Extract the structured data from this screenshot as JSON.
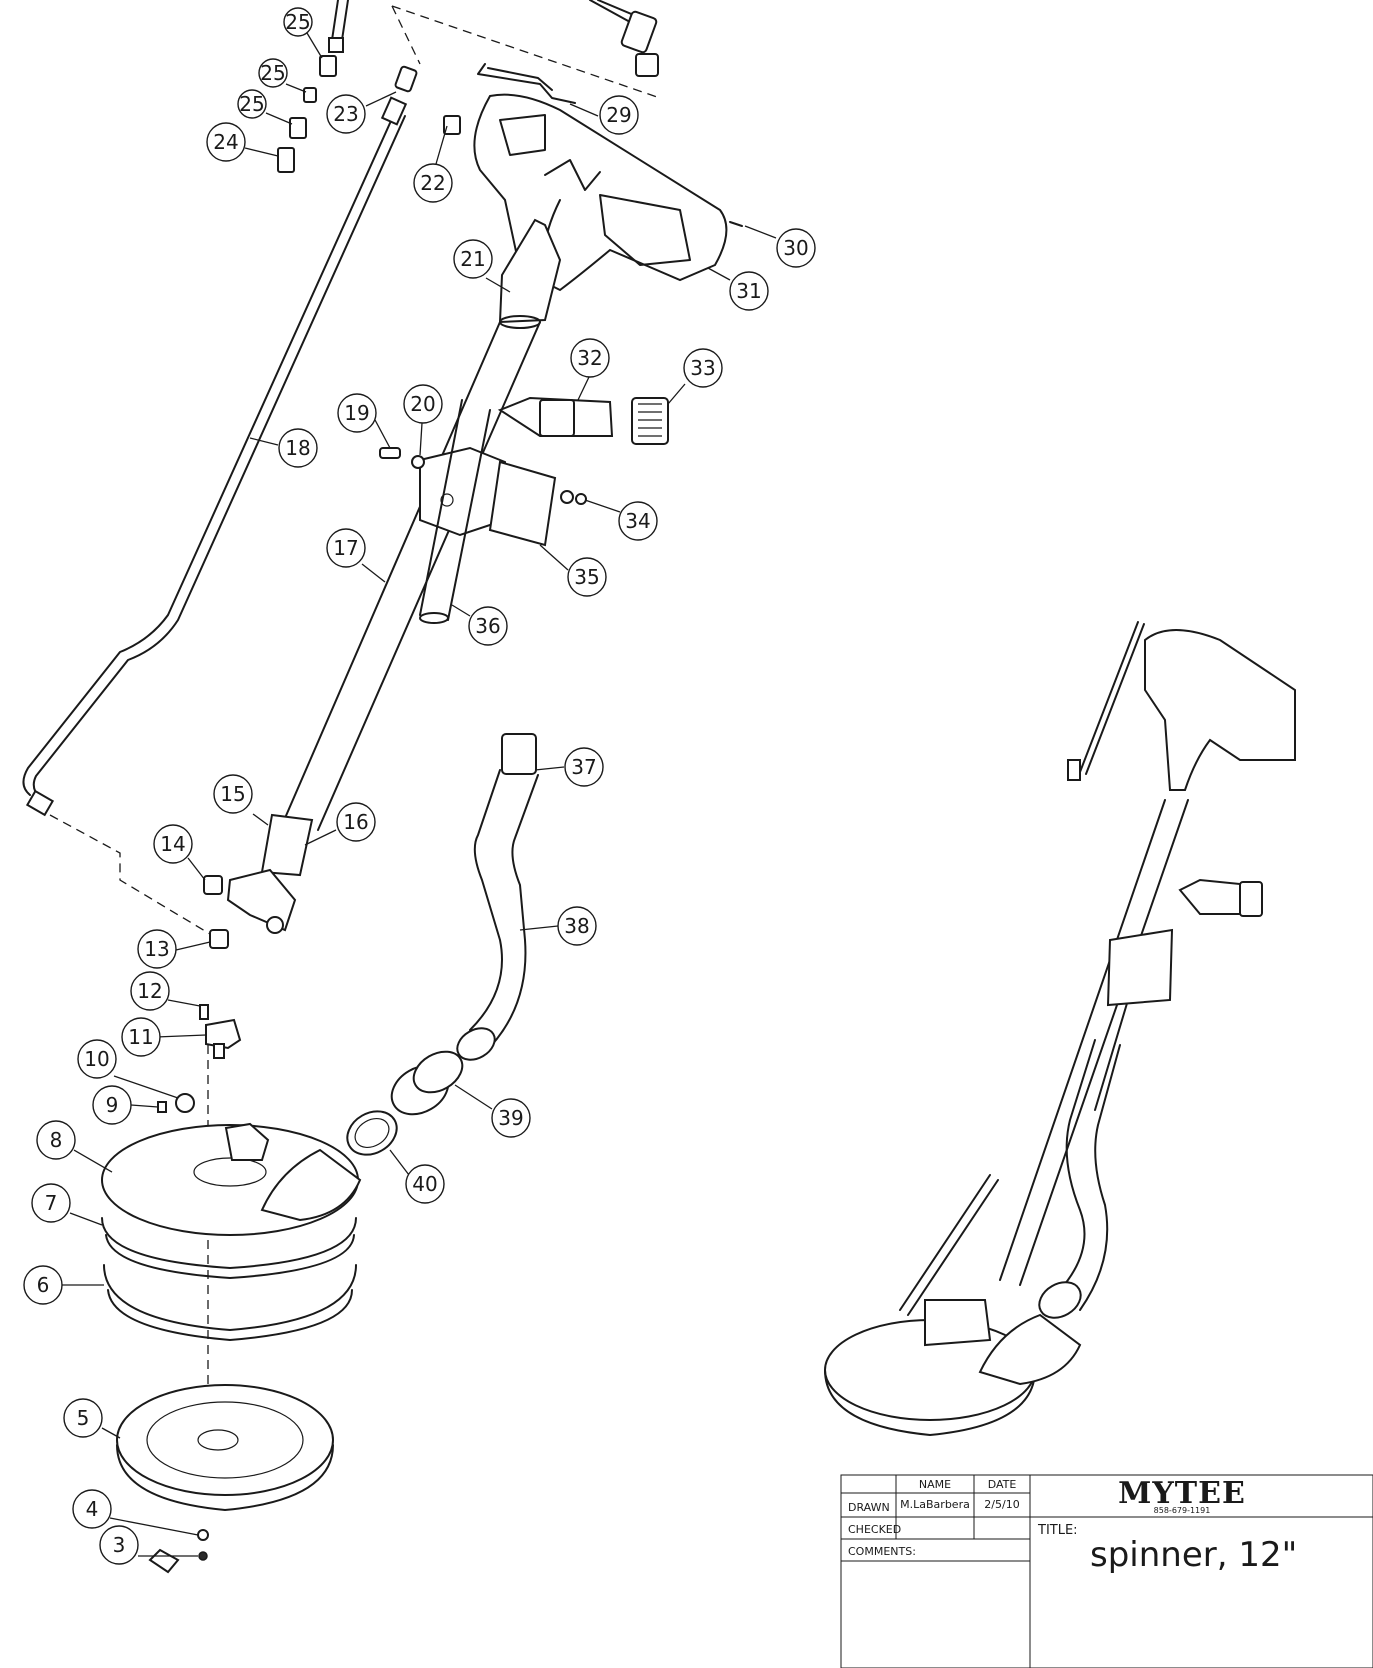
{
  "balloons": [
    "3",
    "4",
    "5",
    "6",
    "7",
    "8",
    "9",
    "10",
    "11",
    "12",
    "13",
    "14",
    "15",
    "16",
    "17",
    "18",
    "19",
    "20",
    "21",
    "22",
    "23",
    "24",
    "25",
    "25",
    "25",
    "29",
    "30",
    "31",
    "32",
    "33",
    "34",
    "35",
    "36",
    "37",
    "38",
    "39",
    "40"
  ],
  "title_block": {
    "col_name": "NAME",
    "col_date": "DATE",
    "row_drawn": "DRAWN",
    "row_checked": "CHECKED",
    "row_comments": "COMMENTS:",
    "drawn_name": "M.LaBarbera",
    "drawn_date": "2/5/10",
    "brand": "MYTEE",
    "phone": "858-679-1191",
    "title_label": "TITLE:",
    "title_value": "spinner, 12\""
  }
}
